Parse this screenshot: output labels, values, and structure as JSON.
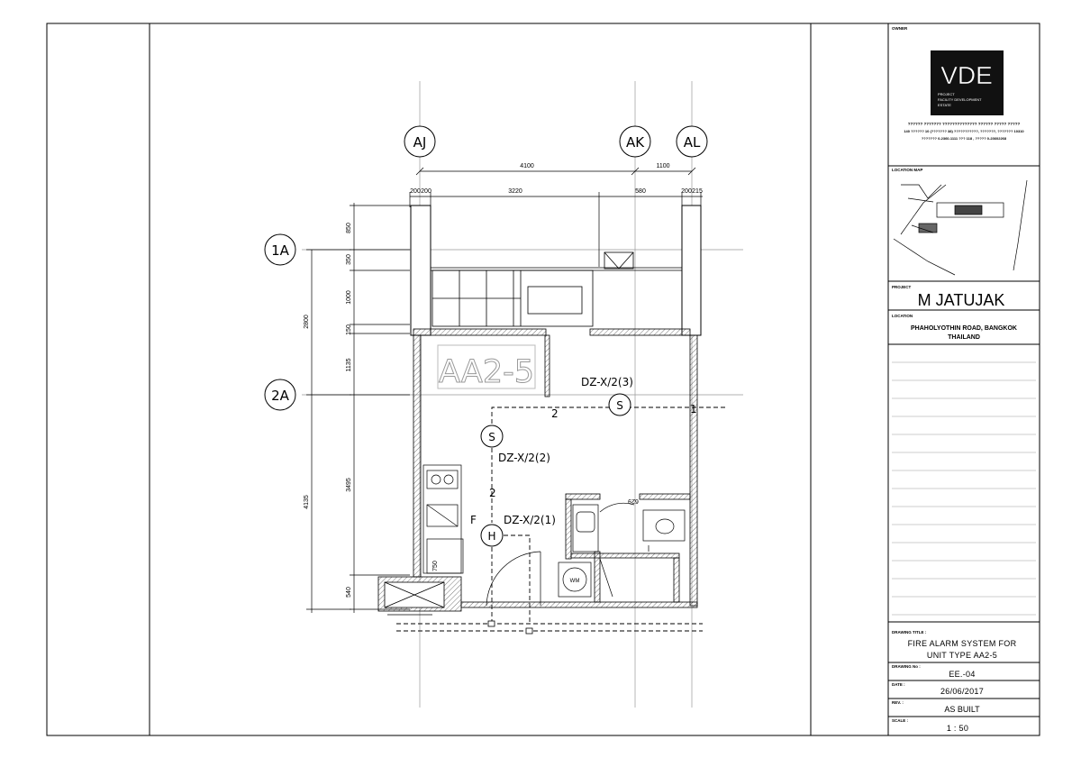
{
  "grid": {
    "columns": [
      "AJ",
      "AK",
      "AL"
    ],
    "rows": [
      "1A",
      "2A"
    ]
  },
  "dimensions": {
    "top_total": [
      "4100",
      "1100"
    ],
    "top_detail": [
      "200",
      "200",
      "3220",
      "580",
      "200",
      "215"
    ],
    "left_detail": [
      "850",
      "350",
      "1000",
      "150",
      "1135",
      "3495",
      "540"
    ],
    "left_total": [
      "2800",
      "4135"
    ]
  },
  "room": {
    "unit_label": "AA2-5",
    "wm_label": "WM",
    "small_text": [
      "750",
      "629"
    ]
  },
  "fire_alarm": {
    "devices": [
      {
        "symbol": "S",
        "label": "DZ-X/2(3)"
      },
      {
        "symbol": "S",
        "label": "DZ-X/2(2)"
      },
      {
        "symbol": "H",
        "label": "DZ-X/2(1)",
        "prefix": "F"
      }
    ],
    "wire_counts": [
      "2",
      "1",
      "2"
    ]
  },
  "title_block": {
    "owner_label": "OWNER",
    "logo_text": "VDE",
    "logo_sub": [
      "PROJECT",
      "FACILITY DEVELOPMENT",
      "ESTATE"
    ],
    "owner_lines": [
      "?????? ??????? ?????????????? ?????? ????? ?????",
      "140 ?????? 10 (??????? 38) ???????????, ???????, ??????? 10310",
      "??????? 0-2360-1111 ??? 118 , ????? 0-23602268"
    ],
    "location_map_label": "LOCATION MAP",
    "project_label": "PROJECT",
    "project_name": "M  JATUJAK",
    "location_label": "LOCATION",
    "location_lines": [
      "PHAHOLYOTHIN ROAD, BANGKOK",
      "THAILAND"
    ],
    "drawing_title_label": "DRAWING TITLE :",
    "drawing_title_lines": [
      "FIRE ALARM SYSTEM FOR",
      "UNIT TYPE AA2-5"
    ],
    "drawing_no_label": "DRAWING No :",
    "drawing_no": "EE.-04",
    "date_label": "DATE :",
    "date": "26/06/2017",
    "rev_label": "REV. :",
    "rev": "AS BUILT",
    "scale_label": "SCALE :",
    "scale": "1 : 50"
  }
}
